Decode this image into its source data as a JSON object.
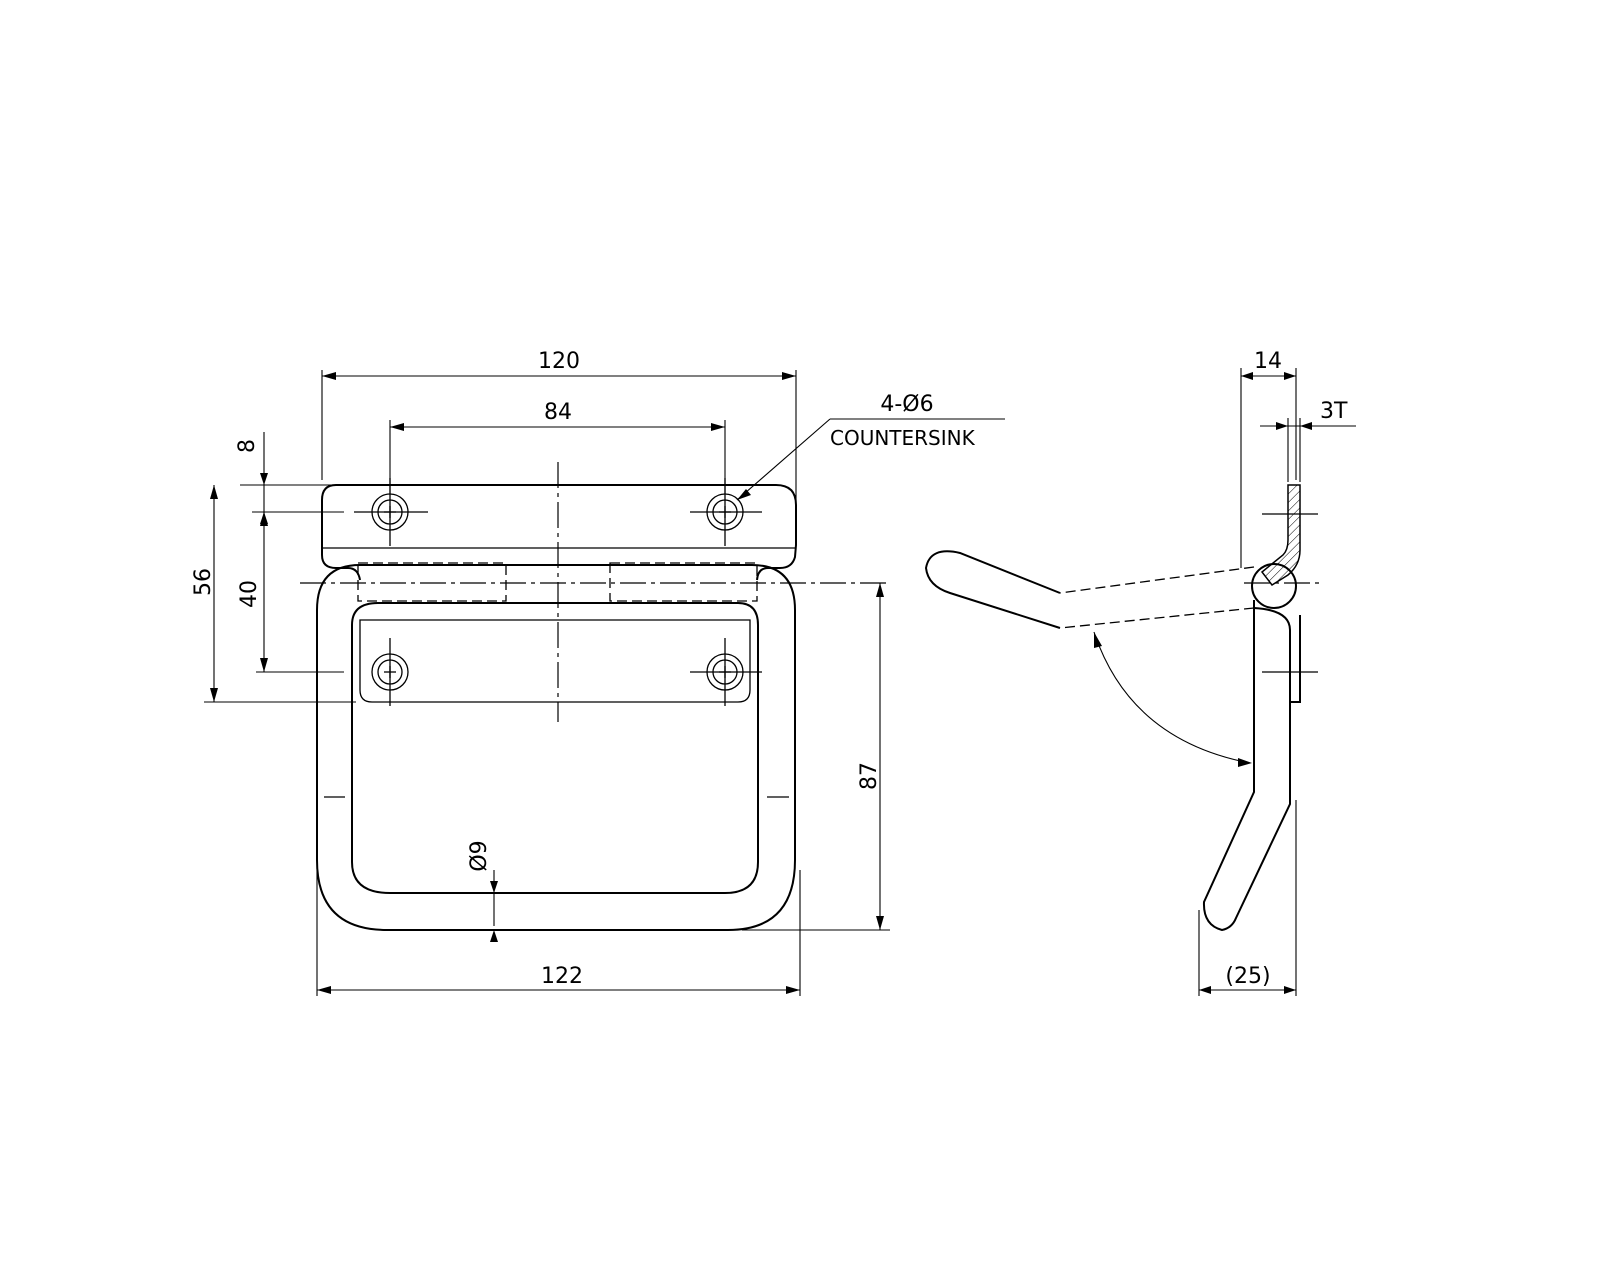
{
  "front_view": {
    "dims": {
      "overall_width_top": "120",
      "hole_spacing": "84",
      "edge_offset": "8",
      "plate_height": "56",
      "hole_vertical": "40",
      "handle_depth": "87",
      "handle_width": "122",
      "rod_diameter": "Ø9"
    },
    "callout": {
      "holes": "4-Ø6",
      "note": "COUNTERSINK"
    }
  },
  "side_view": {
    "dims": {
      "hinge_offset": "14",
      "thickness": "3T",
      "projection": "(25)"
    }
  }
}
